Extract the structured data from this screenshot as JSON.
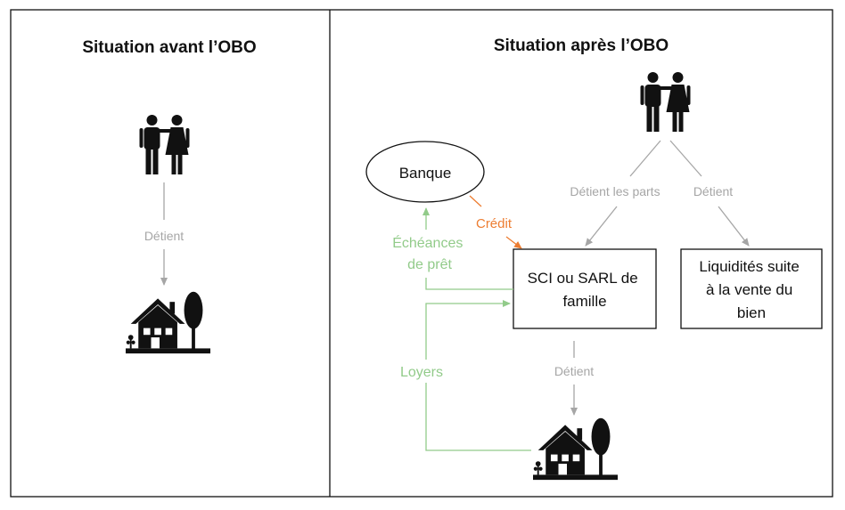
{
  "left_panel": {
    "title": "Situation avant l’OBO",
    "edge_label": "Détient"
  },
  "right_panel": {
    "title": "Situation après l’OBO",
    "bank_label": "Banque",
    "company_lines": [
      "SCI ou SARL de",
      "famille"
    ],
    "cash_lines": [
      "Liquidités suite",
      "à la vente du",
      "bien"
    ],
    "edge_parts": "Détient les parts",
    "edge_owns_cash": "Détient",
    "edge_company_house": "Détient",
    "credit_label": "Crédit",
    "loan_lines": [
      "Échéances",
      "de prêt"
    ],
    "rent_label": "Loyers"
  },
  "icons": {
    "couple": "couple-icon",
    "house": "house-icon"
  },
  "colors": {
    "gray": "#a6a6a6",
    "green": "#92cb8a",
    "orange": "#ed7d31",
    "black": "#111111"
  }
}
